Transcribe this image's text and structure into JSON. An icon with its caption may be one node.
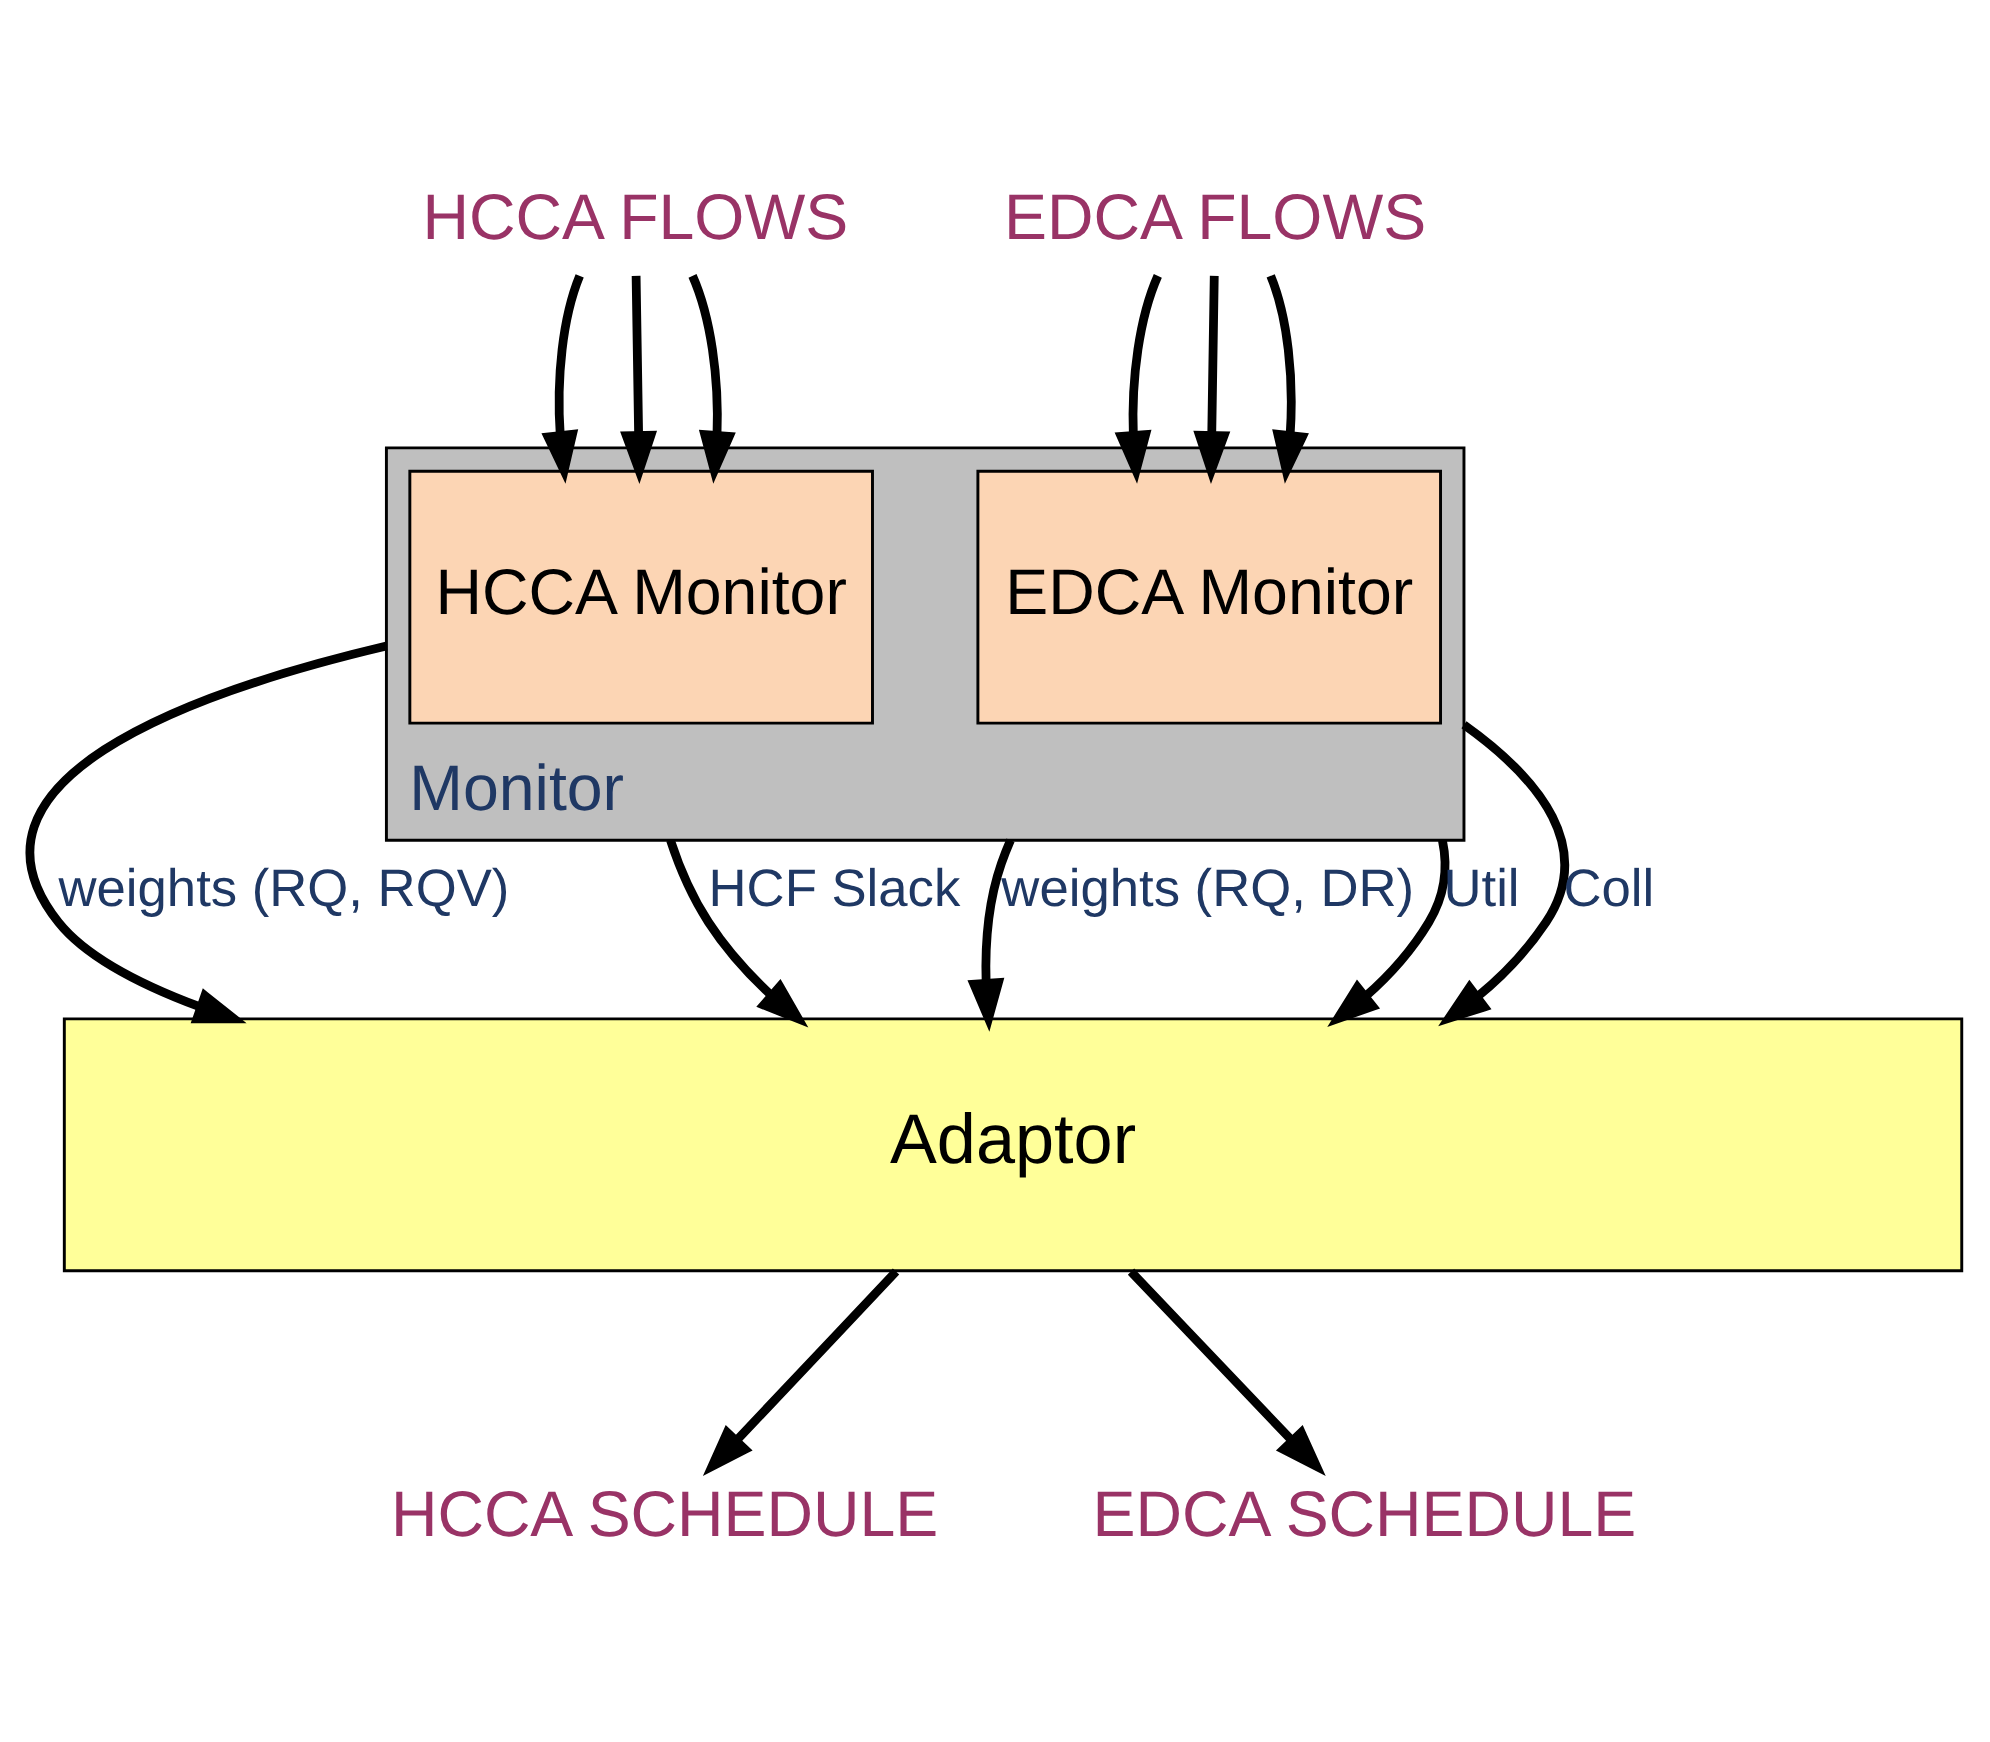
{
  "diagram": {
    "nodes": [
      {
        "text": [
          "Monitor"
        ]
      },
      {
        "text": [
          "HCCA Monitor"
        ],
        "in": 0
      },
      {
        "text": [
          "EDCA Monitor"
        ],
        "in": 0
      },
      {
        "text": [
          "Adaptor"
        ]
      },
      {
        "text": [
          "HCCA FLOWS"
        ]
      },
      {
        "text": [
          "EDCA FLOWS"
        ]
      },
      {
        "text": [
          "HCCA SCHEDULE"
        ]
      },
      {
        "text": [
          "EDCA SCHEDULE"
        ]
      }
    ],
    "edges": [
      {
        "from": 4,
        "to": 1,
        "arrow": "to"
      },
      {
        "from": 4,
        "to": 1,
        "arrow": "to"
      },
      {
        "from": 4,
        "to": 1,
        "arrow": "to"
      },
      {
        "from": 5,
        "to": 2,
        "arrow": "to"
      },
      {
        "from": 5,
        "to": 2,
        "arrow": "to"
      },
      {
        "from": 5,
        "to": 2,
        "arrow": "to"
      },
      {
        "from": 0,
        "to": 3,
        "arrow": "to",
        "label": "weights (RQ, RQV)"
      },
      {
        "from": 0,
        "to": 3,
        "arrow": "to",
        "label": "HCF Slack"
      },
      {
        "from": 0,
        "to": 3,
        "arrow": "to",
        "label": "weights (RQ, DR)"
      },
      {
        "from": 0,
        "to": 3,
        "arrow": "to",
        "label": "Util"
      },
      {
        "from": 0,
        "to": 3,
        "arrow": "to",
        "label": "Coll"
      },
      {
        "from": 3,
        "to": 6,
        "arrow": "to"
      },
      {
        "from": 3,
        "to": 7,
        "arrow": "to"
      }
    ]
  }
}
